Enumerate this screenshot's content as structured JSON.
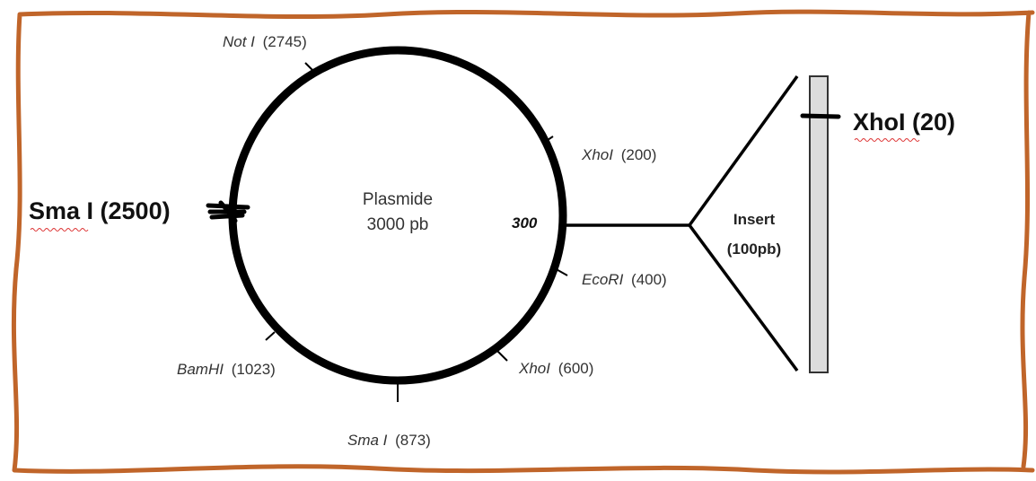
{
  "plasmid": {
    "name": "Plasmide",
    "size": "3000 pb",
    "position_label": "300"
  },
  "sites": [
    {
      "id": "noti",
      "enzyme": "Not I",
      "position": "(2745)"
    },
    {
      "id": "xhoi-200",
      "enzyme": "XhoI",
      "position": "(200)"
    },
    {
      "id": "ecori",
      "enzyme": "EcoRI",
      "position": "(400)"
    },
    {
      "id": "xhoi-600",
      "enzyme": "XhoI",
      "position": "(600)"
    },
    {
      "id": "smai-873",
      "enzyme": "Sma I",
      "position": "(873)"
    },
    {
      "id": "bamhi",
      "enzyme": "BamHI",
      "position": "(1023)"
    }
  ],
  "added_sites": [
    {
      "id": "smai-2500",
      "label": "Sma I (2500)"
    },
    {
      "id": "xhoi-20",
      "label": "XhoI (20)"
    }
  ],
  "insert": {
    "title": "Insert",
    "size": "(100pb)"
  },
  "colors": {
    "frame": "#c0652a",
    "ring": "#000000",
    "insert_fill": "#dddddd"
  }
}
